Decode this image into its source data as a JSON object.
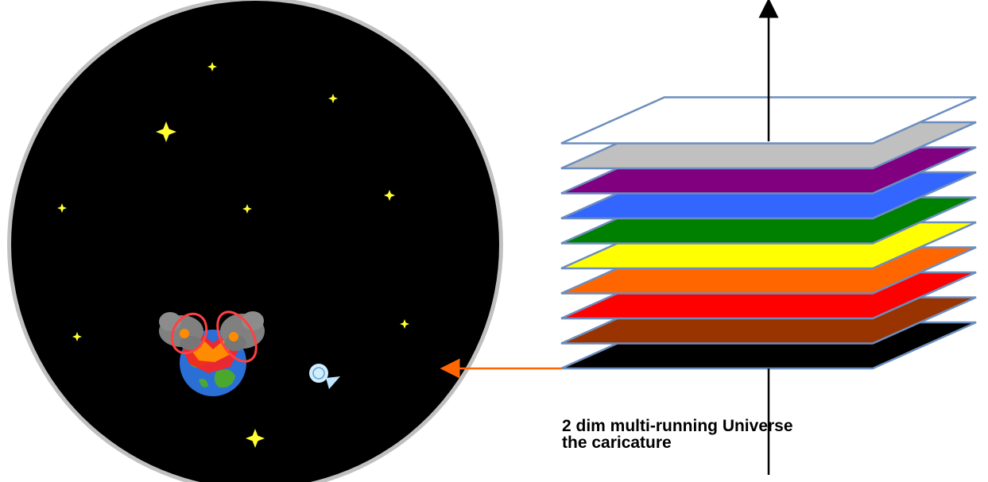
{
  "caption": {
    "line1": "2 dim multi-running Universe",
    "line2": "the caricature"
  },
  "universe": {
    "background": "#000000",
    "rim_color": "#c0c0c0",
    "star_color": "#ffff33"
  },
  "layer_stack": {
    "order_bottom_to_top": [
      "black",
      "brown",
      "red",
      "orange",
      "yellow",
      "green",
      "blue",
      "purple",
      "gray",
      "white"
    ],
    "colors": [
      "#000000",
      "#993300",
      "#ff0000",
      "#ff6600",
      "#ffff00",
      "#008000",
      "#3366ff",
      "#800080",
      "#c0c0c0",
      "#ffffff"
    ],
    "outline_color": "#6c8ebf"
  },
  "connector": {
    "color": "#ff6600"
  }
}
